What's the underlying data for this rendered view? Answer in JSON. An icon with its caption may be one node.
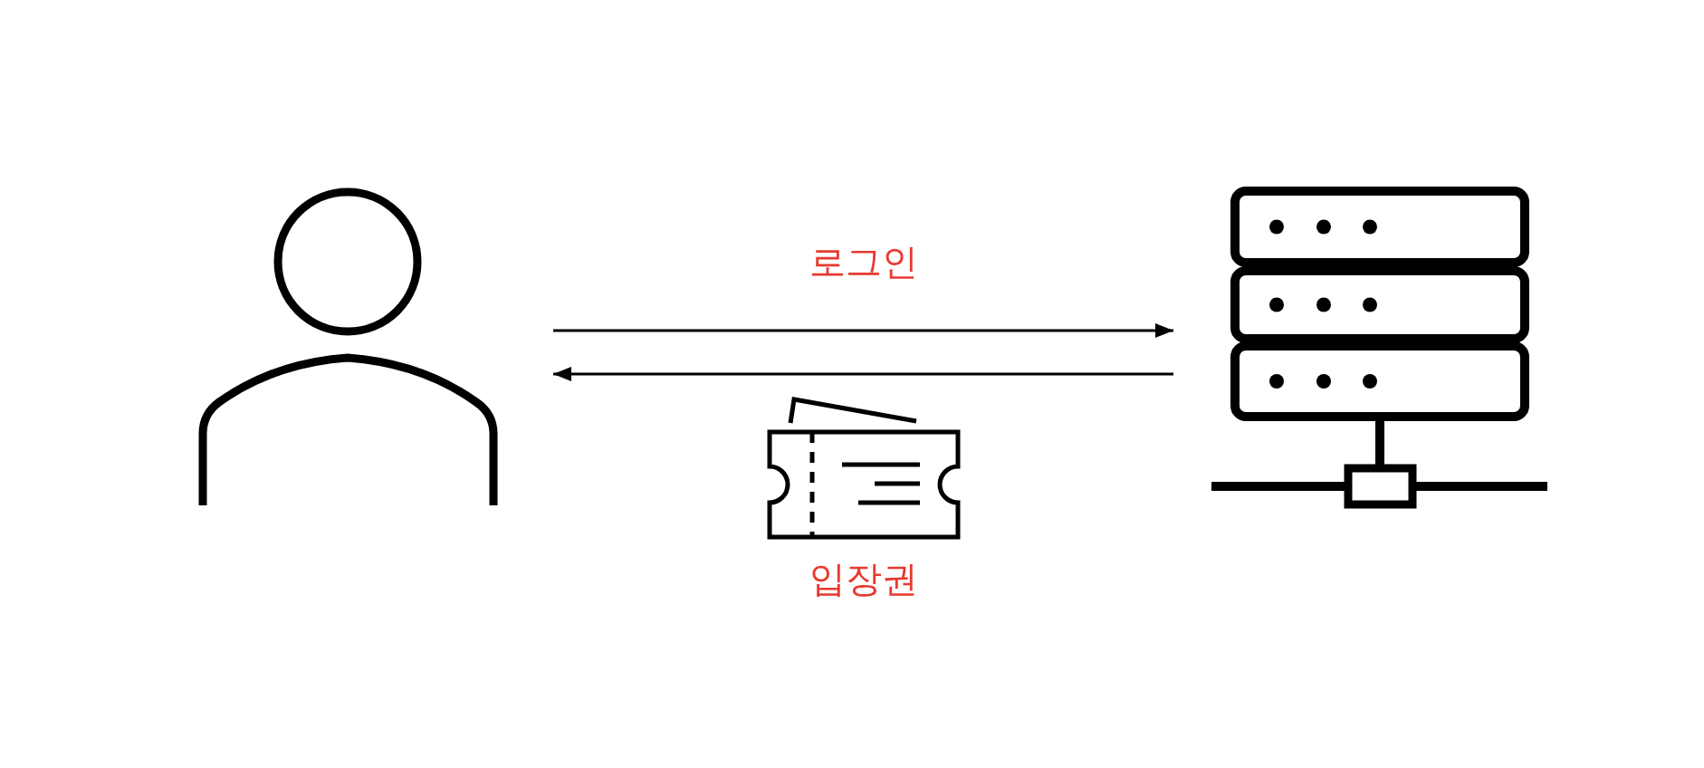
{
  "diagram": {
    "nodes": [
      {
        "text": [],
        "shape": "person"
      },
      {
        "text": [],
        "shape": "server"
      },
      {
        "text": [
          "입장권"
        ]
      }
    ],
    "edges": [
      {
        "from": 0,
        "to": 1,
        "arrow": "to",
        "label": "로그인"
      },
      {
        "from": 1,
        "to": 0,
        "arrow": "to"
      }
    ]
  }
}
